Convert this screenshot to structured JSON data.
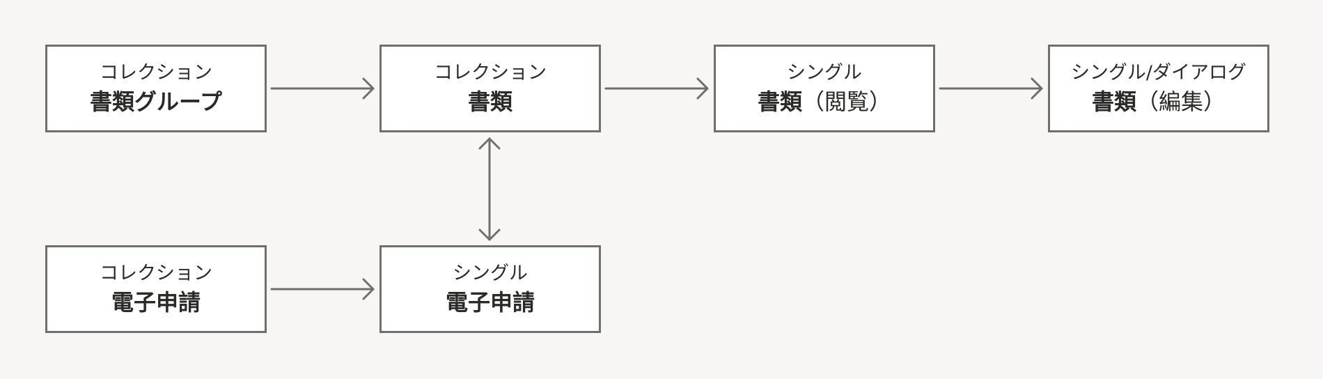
{
  "nodes": {
    "collection_doc_group": {
      "kind": "コレクション",
      "title": "書類グループ",
      "title_sub": ""
    },
    "collection_docs": {
      "kind": "コレクション",
      "title": "書類",
      "title_sub": ""
    },
    "single_doc_view": {
      "kind": "シングル",
      "title": "書類",
      "title_sub": "（閲覧）"
    },
    "single_dialog_doc_edit": {
      "kind": "シングル/ダイアログ",
      "title": "書類",
      "title_sub": "（編集）"
    },
    "collection_e_apps": {
      "kind": "コレクション",
      "title": "電子申請",
      "title_sub": ""
    },
    "single_e_app": {
      "kind": "シングル",
      "title": "電子申請",
      "title_sub": ""
    }
  },
  "edges": [
    {
      "from": "collection_doc_group",
      "to": "collection_docs",
      "direction": "forward"
    },
    {
      "from": "collection_docs",
      "to": "single_doc_view",
      "direction": "forward"
    },
    {
      "from": "single_doc_view",
      "to": "single_dialog_doc_edit",
      "direction": "forward"
    },
    {
      "from": "collection_docs",
      "to": "single_e_app",
      "direction": "both"
    },
    {
      "from": "collection_e_apps",
      "to": "single_e_app",
      "direction": "forward"
    }
  ],
  "colors": {
    "background": "#f7f6f4",
    "node_fill": "#ffffff",
    "stroke": "#6f6e69",
    "text": "#2a2a28"
  }
}
